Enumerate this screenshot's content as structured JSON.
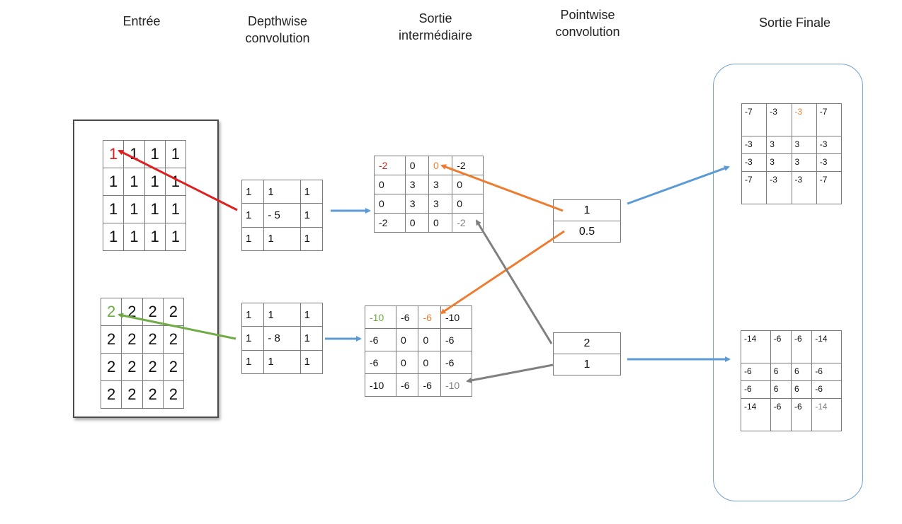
{
  "headers": {
    "input": "Entrée",
    "depthwise": [
      "Depthwise",
      "convolution"
    ],
    "intermediate": [
      "Sortie",
      "intermédiaire"
    ],
    "pointwise": [
      "Pointwise",
      "convolution"
    ],
    "final": "Sortie Finale"
  },
  "colors": {
    "red": "#e02020",
    "green": "#6fac46",
    "orange": "#ed7d31",
    "gray": "#808080",
    "blue": "#5b9bd5"
  },
  "input_grids": [
    [
      [
        "1",
        "1",
        "1",
        "1"
      ],
      [
        "1",
        "1",
        "1",
        "1"
      ],
      [
        "1",
        "1",
        "1",
        "1"
      ],
      [
        "1",
        "1",
        "1",
        "1"
      ]
    ],
    [
      [
        "2",
        "2",
        "2",
        "2"
      ],
      [
        "2",
        "2",
        "2",
        "2"
      ],
      [
        "2",
        "2",
        "2",
        "2"
      ],
      [
        "2",
        "2",
        "2",
        "2"
      ]
    ]
  ],
  "depthwise_kernels": [
    [
      [
        "1",
        "1",
        "1"
      ],
      [
        "1",
        "- 5",
        "1"
      ],
      [
        "1",
        "1",
        "1"
      ]
    ],
    [
      [
        "1",
        "1",
        "1"
      ],
      [
        "1",
        "- 8",
        "1"
      ],
      [
        "1",
        "1",
        "1"
      ]
    ]
  ],
  "intermediate_outputs": [
    [
      [
        "-2",
        "0",
        "0",
        "-2"
      ],
      [
        "0",
        "3",
        "3",
        "0"
      ],
      [
        "0",
        "3",
        "3",
        "0"
      ],
      [
        "-2",
        "0",
        "0",
        "-2"
      ]
    ],
    [
      [
        "-10",
        "-6",
        "-6",
        "-10"
      ],
      [
        "-6",
        "0",
        "0",
        "-6"
      ],
      [
        "-6",
        "0",
        "0",
        "-6"
      ],
      [
        "-10",
        "-6",
        "-6",
        "-10"
      ]
    ]
  ],
  "pointwise_kernels": [
    [
      "1",
      "0.5"
    ],
    [
      "2",
      "1"
    ]
  ],
  "final_outputs": [
    [
      [
        "-7",
        "-3",
        "-3",
        "-7"
      ],
      [
        "-3",
        "3",
        "3",
        "-3"
      ],
      [
        "-3",
        "3",
        "3",
        "-3"
      ],
      [
        "-7",
        "-3",
        "-3",
        "-7"
      ]
    ],
    [
      [
        "-14",
        "-6",
        "-6",
        "-14"
      ],
      [
        "-6",
        "6",
        "6",
        "-6"
      ],
      [
        "-6",
        "6",
        "6",
        "-6"
      ],
      [
        "-14",
        "-6",
        "-6",
        "-14"
      ]
    ]
  ]
}
